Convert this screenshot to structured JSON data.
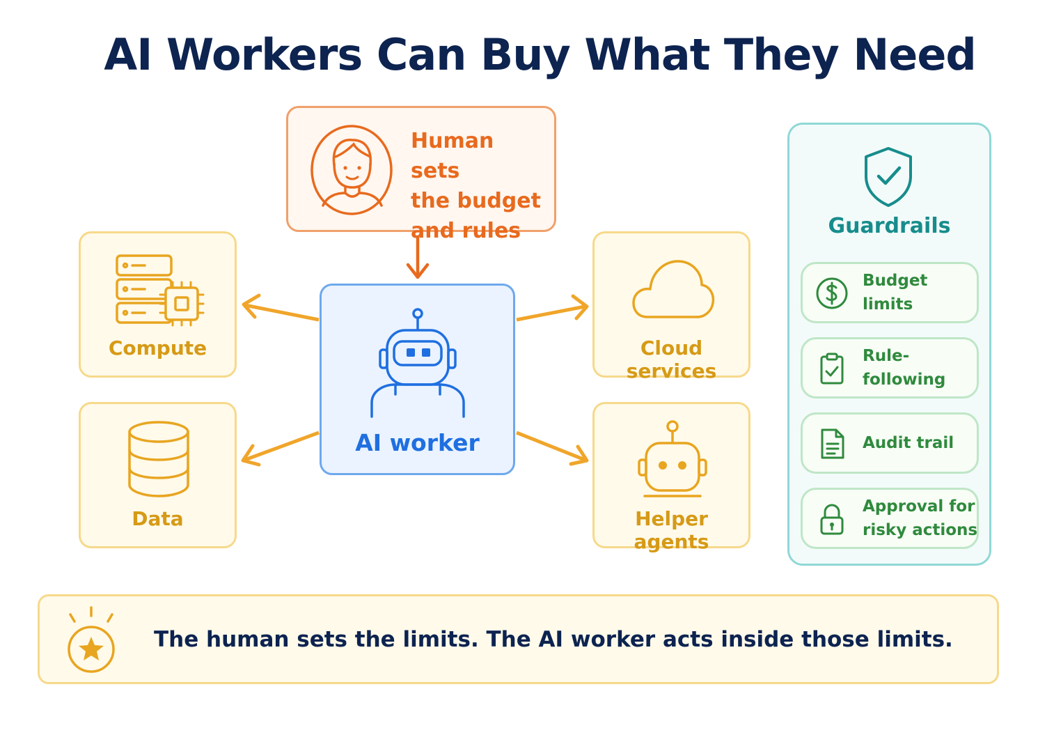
{
  "title": "AI Workers Can Buy What They Need",
  "human": {
    "lines": [
      "Human sets",
      "the budget",
      "and rules"
    ],
    "icon": "person-icon"
  },
  "ai_worker": {
    "label": "AI worker",
    "icon": "robot-icon"
  },
  "resources": {
    "compute": {
      "label": "Compute",
      "icon": "server-chip-icon"
    },
    "cloud": {
      "label": "Cloud services",
      "icon": "cloud-icon"
    },
    "data": {
      "label": "Data",
      "icon": "database-icon"
    },
    "helpers": {
      "label": "Helper agents",
      "icon": "helper-robot-icon"
    }
  },
  "guardrails": {
    "title": "Guardrails",
    "icon": "shield-check-icon",
    "items": [
      {
        "lines": [
          "Budget limits"
        ],
        "icon": "dollar-icon"
      },
      {
        "lines": [
          "Rule-following"
        ],
        "icon": "clipboard-check-icon"
      },
      {
        "lines": [
          "Audit trail"
        ],
        "icon": "document-icon"
      },
      {
        "lines": [
          "Approval for",
          "risky actions"
        ],
        "icon": "lock-icon"
      }
    ]
  },
  "banner": {
    "text": "The human sets the limits. The AI worker acts inside those limits.",
    "icon": "star-badge-icon"
  },
  "colors": {
    "title": "#0d2350",
    "human": "#e86a1e",
    "ai": "#1f6fe0",
    "resource": "#d69a16",
    "arrow": "#f0a52a",
    "guard_title": "#178c8c",
    "guard_item": "#2f8a3d"
  }
}
